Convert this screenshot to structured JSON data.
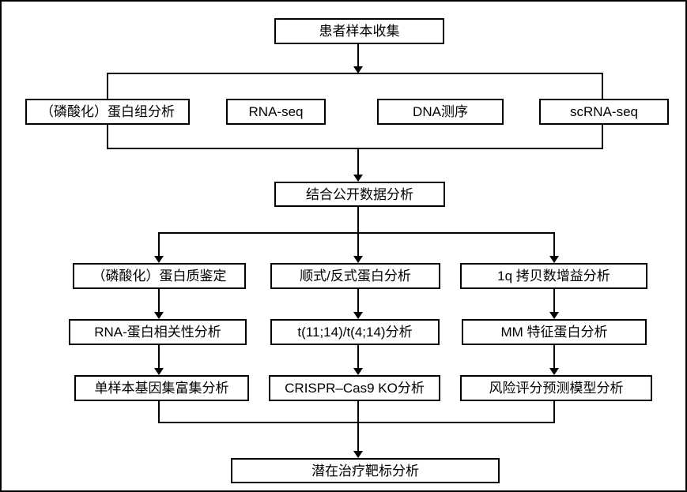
{
  "diagram": {
    "type": "flowchart",
    "colors": {
      "line": "#000000",
      "box_fill": "#ffffff",
      "text": "#000000",
      "background": "#ffffff"
    },
    "nodes": {
      "collect": "患者样本收集",
      "proteome": "（磷酸化）蛋白组分析",
      "rna_seq": "RNA-seq",
      "dna_seq": "DNA测序",
      "scrna_seq": "scRNA-seq",
      "public_data": "结合公开数据分析",
      "protein_id": "（磷酸化）蛋白质鉴定",
      "rna_protein_corr": "RNA-蛋白相关性分析",
      "ssgsea": "单样本基因集富集分析",
      "cis_trans": "顺式/反式蛋白分析",
      "translocation": "t(11;14)/t(4;14)分析",
      "crispr_ko": "CRISPR–Cas9 KO分析",
      "gain_1q": "1q 拷贝数增益分析",
      "mm_signature": "MM 特征蛋白分析",
      "risk_model": "风险评分预测模型分析",
      "target": "潜在治疗靶标分析"
    }
  }
}
